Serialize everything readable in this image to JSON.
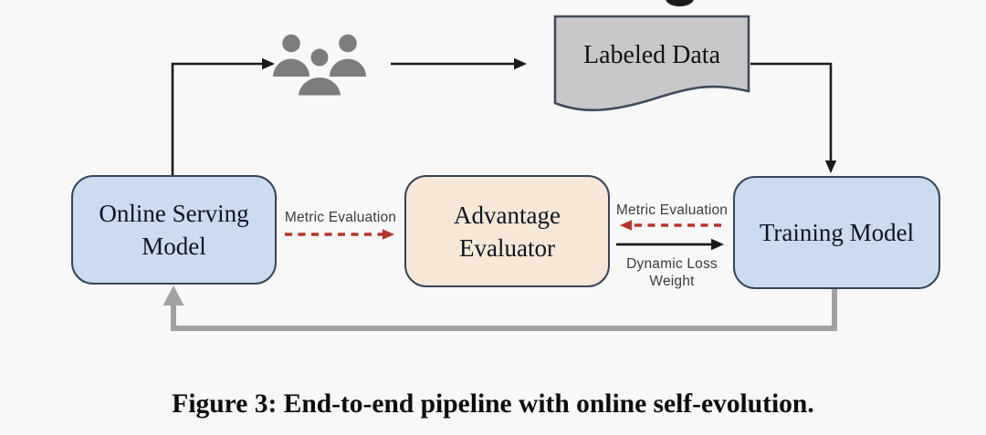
{
  "figure": {
    "caption": "Figure 3: End-to-end pipeline with online self-evolution.",
    "background_color": "#f7f8f7"
  },
  "nodes": {
    "online_serving_model": {
      "label": "Online Serving Model",
      "fill": "#cadcee",
      "border": "#37455a"
    },
    "advantage_evaluator": {
      "label": "Advantage Evaluator",
      "fill": "#f6e7d7",
      "border": "#37455a"
    },
    "training_model": {
      "label": "Training Model",
      "fill": "#cadcee",
      "border": "#37455a"
    },
    "labeled_data": {
      "label": "Labeled Data",
      "fill": "#c8c8ca",
      "border": "#414b5c",
      "shape": "document-wavy-bottom"
    }
  },
  "edges": {
    "metric_evaluation_left": {
      "label": "Metric Evaluation",
      "style": "dashed",
      "color": "#b7342b",
      "direction": "online-serving-model -> advantage-evaluator"
    },
    "metric_evaluation_right": {
      "label": "Metric Evaluation",
      "style": "dashed",
      "color": "#b7342b",
      "direction": "training-model -> advantage-evaluator"
    },
    "dynamic_loss_weight": {
      "label": "Dynamic Loss Weight",
      "style": "solid",
      "color": "#1a1a1a",
      "direction": "advantage-evaluator -> training-model"
    },
    "serving_to_users": {
      "style": "solid",
      "color": "#1a1a1a",
      "direction": "online-serving-model -> users-group"
    },
    "users_to_labeled_data": {
      "style": "solid",
      "color": "#1a1a1a",
      "direction": "users-group -> labeled-data"
    },
    "labeled_data_to_training": {
      "style": "solid",
      "color": "#1a1a1a",
      "direction": "labeled-data -> training-model"
    },
    "feedback_loop": {
      "style": "solid-thick",
      "color": "#a2a2a2",
      "direction": "training-model -> online-serving-model"
    }
  },
  "icons": {
    "users_group": {
      "name": "users-group-icon",
      "color": "#7d7d7d"
    }
  }
}
